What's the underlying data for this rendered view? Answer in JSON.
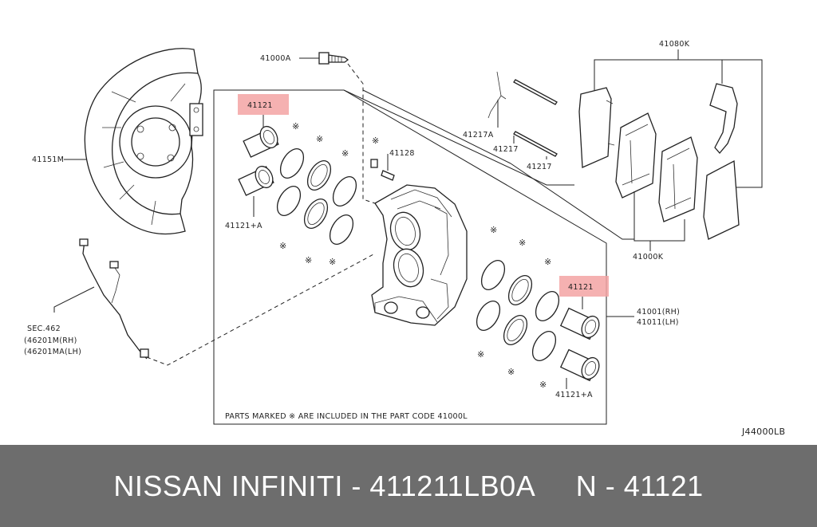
{
  "labels": {
    "p41000A": "41000A",
    "p41080K": "41080K",
    "p41151M": "41151M",
    "p41121_top": "41121",
    "p41121A_left": "41121+A",
    "p41128": "41128",
    "p41217A": "41217A",
    "p41217_a": "41217",
    "p41217_b": "41217",
    "p41000K": "41000K",
    "p41121_right": "41121",
    "p41001": "41001(RH)",
    "p41011": "41011(LH)",
    "p41121A_right": "41121+A",
    "sec_title": "SEC.462",
    "sec_rh": "(46201M(RH)",
    "sec_lh": "(46201MA(LH)",
    "parts_note": "PARTS MARKED ※ ARE INCLUDED IN THE PART CODE 41000L",
    "diagram_code": "J44000LB"
  },
  "footer": {
    "text": "NISSAN INFINITI - 411211LB0A     N - 41121"
  },
  "colors": {
    "highlight": "#f3a3a3",
    "footer_background": "#6d6d6d",
    "footer_text": "#ffffff"
  }
}
